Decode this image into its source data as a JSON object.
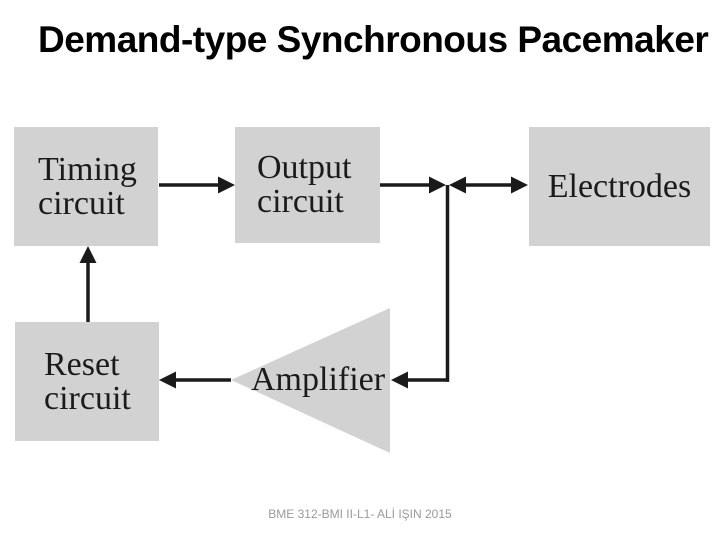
{
  "slide": {
    "title": "Demand-type Synchronous Pacemaker",
    "footer": "BME 312-BMI II-L1- ALİ IŞIN 2015"
  },
  "diagram": {
    "type": "block-diagram",
    "blocks": {
      "timing": {
        "lines": [
          "Timing",
          "circuit"
        ],
        "shape": "rect"
      },
      "output": {
        "lines": [
          "Output",
          "circuit"
        ],
        "shape": "rect"
      },
      "electrodes": {
        "label": "Electrodes",
        "shape": "rect"
      },
      "reset": {
        "lines": [
          "Reset",
          "circuit"
        ],
        "shape": "rect"
      },
      "amplifier": {
        "label": "Amplifier",
        "shape": "left-pointing-triangle"
      }
    },
    "connections": [
      {
        "from": "timing-circuit",
        "to": "output-circuit",
        "type": "arrow"
      },
      {
        "from": "output-circuit",
        "to": "junction",
        "type": "arrow"
      },
      {
        "from": "junction",
        "to": "electrodes",
        "type": "double-headed-arrow"
      },
      {
        "from": "junction",
        "to": "amplifier",
        "type": "arrow"
      },
      {
        "from": "amplifier",
        "to": "reset-circuit",
        "type": "arrow"
      },
      {
        "from": "reset-circuit",
        "to": "timing-circuit",
        "type": "arrow"
      }
    ],
    "colors": {
      "block_fill": "#d2d2d2",
      "line": "#1a1a1a",
      "block_text": "#1b1b1b",
      "title_text": "#000000",
      "footer_text": "#9a9a9a",
      "background": "#ffffff"
    }
  }
}
